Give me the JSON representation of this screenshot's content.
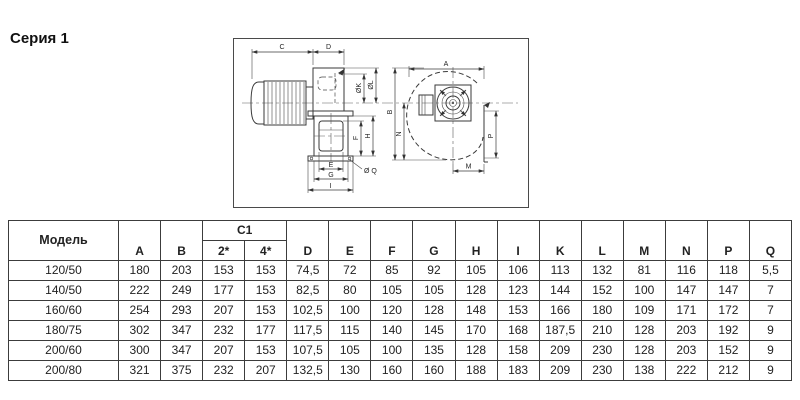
{
  "page": {
    "title": "Серия 1"
  },
  "drawing": {
    "side_labels": {
      "c": "C",
      "d": "D",
      "ok": "ØK",
      "ol": "ØL",
      "f": "F",
      "h": "H",
      "e": "E",
      "g": "G",
      "i": "I",
      "oq": "Ø Q"
    },
    "front_labels": {
      "a": "A",
      "b": "B",
      "n": "N",
      "p": "P",
      "m": "M"
    }
  },
  "table": {
    "model_header": "Модель",
    "group_header": "C1",
    "sub_headers": [
      "2*",
      "4*"
    ],
    "pre_headers": [
      "A",
      "B"
    ],
    "post_headers": [
      "D",
      "E",
      "F",
      "G",
      "H",
      "I",
      "K",
      "L",
      "M",
      "N",
      "P",
      "Q"
    ],
    "rows": [
      {
        "model": "120/50",
        "values": [
          "180",
          "203",
          "153",
          "153",
          "74,5",
          "72",
          "85",
          "92",
          "105",
          "106",
          "113",
          "132",
          "81",
          "116",
          "118",
          "5,5"
        ]
      },
      {
        "model": "140/50",
        "values": [
          "222",
          "249",
          "177",
          "153",
          "82,5",
          "80",
          "105",
          "105",
          "128",
          "123",
          "144",
          "152",
          "100",
          "147",
          "147",
          "7"
        ]
      },
      {
        "model": "160/60",
        "values": [
          "254",
          "293",
          "207",
          "153",
          "102,5",
          "100",
          "120",
          "128",
          "148",
          "153",
          "166",
          "180",
          "109",
          "171",
          "172",
          "7"
        ]
      },
      {
        "model": "180/75",
        "values": [
          "302",
          "347",
          "232",
          "177",
          "117,5",
          "115",
          "140",
          "145",
          "170",
          "168",
          "187,5",
          "210",
          "128",
          "203",
          "192",
          "9"
        ]
      },
      {
        "model": "200/60",
        "values": [
          "300",
          "347",
          "207",
          "153",
          "107,5",
          "105",
          "100",
          "135",
          "128",
          "158",
          "209",
          "230",
          "128",
          "203",
          "152",
          "9"
        ]
      },
      {
        "model": "200/80",
        "values": [
          "321",
          "375",
          "232",
          "207",
          "132,5",
          "130",
          "160",
          "160",
          "188",
          "183",
          "209",
          "230",
          "138",
          "222",
          "212",
          "9"
        ]
      }
    ]
  }
}
